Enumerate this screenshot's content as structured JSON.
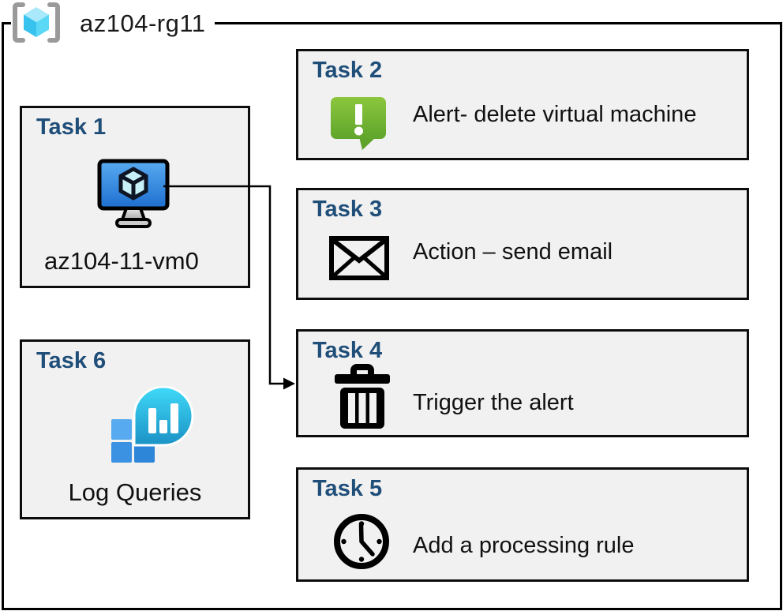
{
  "header": {
    "group_name": "az104-rg11",
    "icon": "resource-group-icon"
  },
  "tasks": [
    {
      "title": "Task 1",
      "label": "az104-11-vm0",
      "icon": "virtual-machine-icon"
    },
    {
      "title": "Task 2",
      "label": "Alert- delete virtual machine",
      "icon": "alert-icon"
    },
    {
      "title": "Task 3",
      "label": "Action – send email",
      "icon": "email-icon"
    },
    {
      "title": "Task 4",
      "label": "Trigger the alert",
      "icon": "trash-icon"
    },
    {
      "title": "Task 5",
      "label": "Add a processing rule",
      "icon": "clock-icon"
    },
    {
      "title": "Task 6",
      "label": "Log Queries",
      "icon": "log-analytics-icon"
    }
  ],
  "connector": {
    "from": "task-1-virtual-machine",
    "to": "task-4"
  },
  "colors": {
    "task_title": "#1F4E79",
    "box_fill": "#F1F1F1",
    "box_border": "#0D0D0D",
    "alert_green": "#6FB22E",
    "vm_screen_blue": "#2E7FD6",
    "log_teal": "#29B6DE",
    "log_square_blue": "#3C92E2",
    "rg_cube_cyan": "#50D7F5",
    "bracket_gray": "#9A9A9A"
  }
}
